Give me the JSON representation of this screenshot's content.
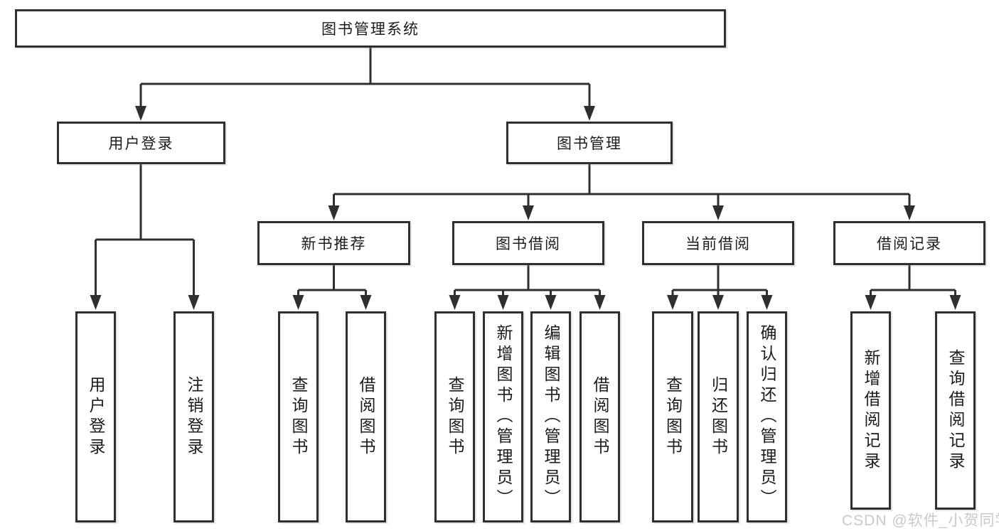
{
  "title": {
    "label": "图书管理系统"
  },
  "level2": [
    {
      "label": "用户登录"
    },
    {
      "label": "图书管理"
    }
  ],
  "level3": [
    {
      "label": "新书推荐"
    },
    {
      "label": "图书借阅"
    },
    {
      "label": "当前借阅"
    },
    {
      "label": "借阅记录"
    }
  ],
  "leaves": {
    "user_login": [
      {
        "label": "用户登录"
      },
      {
        "label": "注销登录"
      }
    ],
    "new_book": [
      {
        "label": "查询图书"
      },
      {
        "label": "借阅图书"
      }
    ],
    "book_borrow": [
      {
        "label": "查询图书"
      },
      {
        "label": "新增图书（管理员）"
      },
      {
        "label": "编辑图书（管理员）"
      },
      {
        "label": "借阅图书"
      }
    ],
    "current_borrow": [
      {
        "label": "查询图书"
      },
      {
        "label": "归还图书"
      },
      {
        "label": "确认归还（管理员）"
      }
    ],
    "borrow_record": [
      {
        "label": "新增借阅记录"
      },
      {
        "label": "查询借阅记录"
      }
    ]
  },
  "watermark": {
    "text": "CSDN @软件_小贺同学"
  },
  "colors": {
    "line": "#2f2f2f",
    "text": "#1b1b1b",
    "watermark": "#c9c9c9",
    "background": "#ffffff"
  }
}
